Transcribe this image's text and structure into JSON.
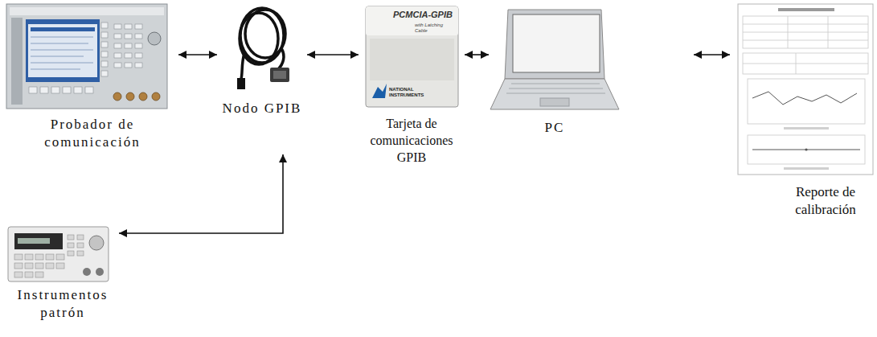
{
  "diagram": {
    "nodes": [
      {
        "text": [
          "Probador de comunicación"
        ]
      },
      {
        "text": [
          "Nodo GPIB"
        ]
      },
      {
        "text": [
          "Tarjeta de comunicaciones GPIB"
        ]
      },
      {
        "text": [
          "PC"
        ]
      },
      {
        "text": [
          "Reporte de calibración"
        ]
      },
      {
        "text": [
          "Instrumentos patrón"
        ]
      }
    ],
    "edges": [
      {
        "from": 0,
        "to": 1,
        "arrow": "both"
      },
      {
        "from": 1,
        "to": 2,
        "arrow": "both"
      },
      {
        "from": 2,
        "to": 3,
        "arrow": "both"
      },
      {
        "from": 3,
        "to": 4,
        "arrow": "both"
      },
      {
        "from": 5,
        "to": 1,
        "arrow": "both"
      }
    ],
    "labels": [
      "PCMCIA-GPIB",
      "with Latching Cable",
      "NATIONAL INSTRUMENTS"
    ]
  }
}
